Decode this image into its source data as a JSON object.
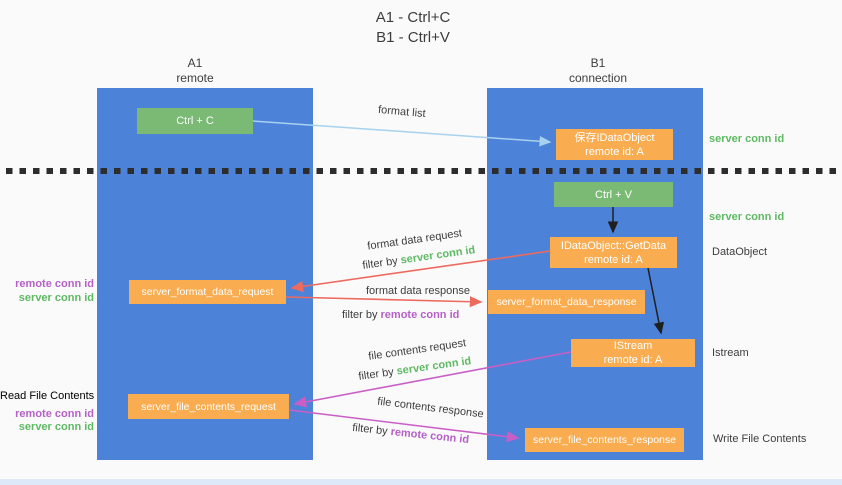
{
  "title": {
    "line1": "A1 - Ctrl+C",
    "line2": "B1 - Ctrl+V"
  },
  "columns": {
    "left": {
      "id": "A1",
      "name": "remote"
    },
    "right": {
      "id": "B1",
      "name": "connection"
    }
  },
  "nodes": {
    "ctrl_c": {
      "label": "Ctrl + C"
    },
    "ctrl_v": {
      "label": "Ctrl + V"
    },
    "save_idataobject": {
      "line1": "保存IDataObject",
      "line2": "remote id: A"
    },
    "idataobject_getdata": {
      "line1": "IDataObject::GetData",
      "line2": "remote id: A"
    },
    "istream": {
      "line1": "IStream",
      "line2": "remote id: A"
    },
    "server_format_data_request": {
      "label": "server_format_data_request"
    },
    "server_format_data_response": {
      "label": "server_format_data_response"
    },
    "server_file_contents_request": {
      "label": "server_file_contents_request"
    },
    "server_file_contents_response": {
      "label": "server_file_contents_response"
    }
  },
  "arrow_labels": {
    "format_list": "format list",
    "format_data_request": "format data request",
    "format_data_response": "format data response",
    "file_contents_request": "file contents request",
    "file_contents_response": "file contents response",
    "filter_by": "filter by "
  },
  "strings": {
    "server_conn_id": "server conn id",
    "remote_conn_id": "remote conn id"
  },
  "side_labels": {
    "dataobject": "DataObject",
    "istream": "Istream",
    "write_file_contents": "Write File Contents",
    "read_file_contents": "Read File Contents"
  },
  "colors": {
    "column_blue": "#4c82d8",
    "green_box": "#7bba74",
    "orange_box": "#f9ac50",
    "green_text": "#5eb963",
    "purple_text": "#b561c8",
    "red_arrow": "#ed6a5f",
    "magenta_arrow": "#c95fc6",
    "light_blue_arrow": "#a6d2ee",
    "black_arrow": "#1f1f1f",
    "divider": "#2d2d2d",
    "dark_text": "#3d3d3d",
    "background": "#fafafa",
    "bottom_strip": "#dde9f8"
  }
}
